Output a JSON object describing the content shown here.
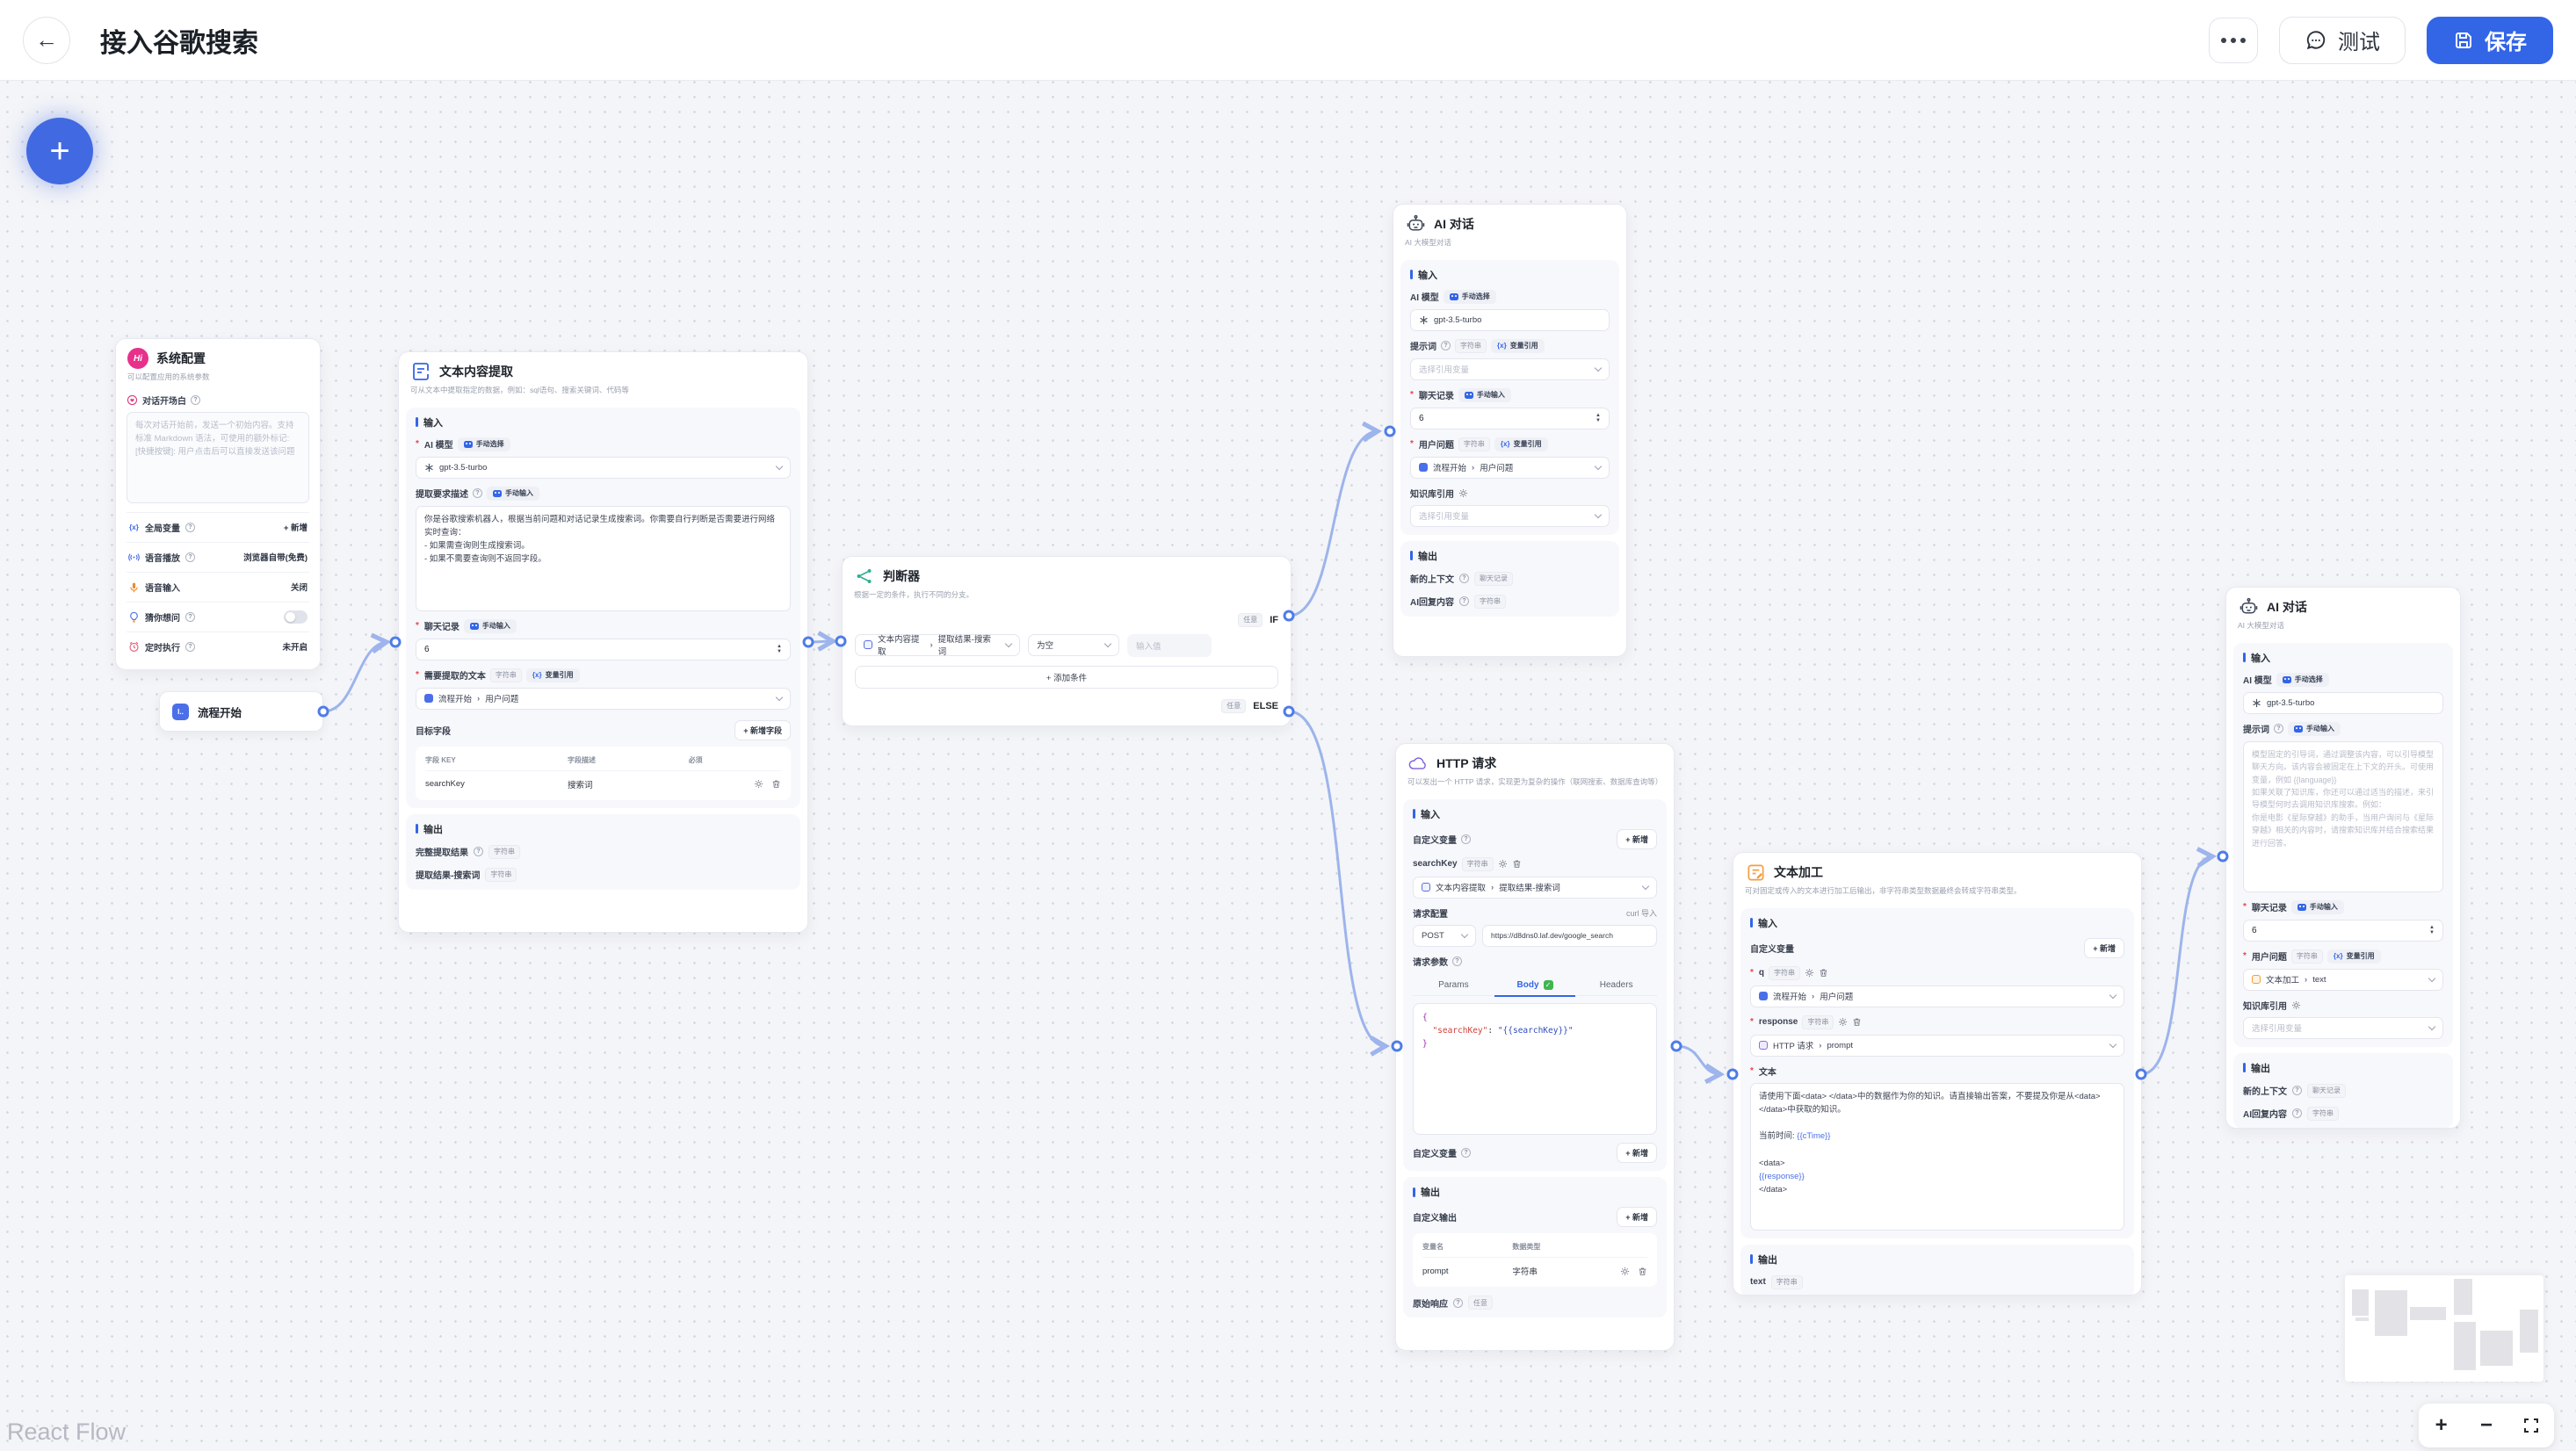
{
  "topbar": {
    "title": "接入谷歌搜索",
    "test": "测试",
    "save": "保存"
  },
  "attribution": "React Flow",
  "colors": {
    "accent": "#3365e7",
    "edge": "#9db4ec",
    "save_button": "#3365e7"
  },
  "ui": {
    "input_section": "输入",
    "output_section": "输出",
    "sep": "›",
    "required": "*",
    "question_mark": "?",
    "check": "✓",
    "up": "▲",
    "down": "▼",
    "add": "+ 新增",
    "add_field": "+ 新增字段",
    "add_condition": "+ 添加条件",
    "badge_string": "字符串",
    "badge_any": "任意",
    "badge_chat_history": "聊天记录",
    "badge_manual_select": "手动选择",
    "badge_manual_input": "手动输入",
    "badge_var_ref": "变量引用",
    "var_ref_icon": "{x}",
    "select_var_placeholder": "选择引用变量"
  },
  "nodes": {
    "system_config": {
      "title": "系统配置",
      "subtitle": "可以配置应用的系统参数",
      "welcome_label": "对话开场白",
      "welcome_placeholder": "每次对话开始前，发送一个初始内容。支持标准 Markdown 语法，可使用的额外标记:\n[快捷按键]: 用户点击后可以直接发送该问题",
      "rows": [
        {
          "label": "全局变量",
          "value": "+ 新增"
        },
        {
          "label": "语音播放",
          "value": "浏览器自带(免费)"
        },
        {
          "label": "语音输入",
          "value": "关闭"
        },
        {
          "label": "猜你想问",
          "value": ""
        },
        {
          "label": "定时执行",
          "value": "未开启"
        }
      ]
    },
    "flow_start": {
      "title": "流程开始",
      "icon_text": "I.."
    },
    "extract": {
      "title": "文本内容提取",
      "subtitle": "可从文本中提取指定的数据，例如：sql语句、搜索关键词、代码等",
      "model_label": "AI 模型",
      "model": "gpt-3.5-turbo",
      "desc_label": "提取要求描述",
      "desc": "你是谷歌搜索机器人，根据当前问题和对话记录生成搜索词。你需要自行判断是否需要进行网络实时查询：\n- 如果需查询则生成搜索词。\n- 如果不需要查询则不返回字段。",
      "history_label": "聊天记录",
      "history_value": "6",
      "source_label": "需要提取的文本",
      "source_ref": {
        "node": "流程开始",
        "field": "用户问题"
      },
      "target_label": "目标字段",
      "table_headers": [
        "字段 KEY",
        "字段描述",
        "必须"
      ],
      "field_key": "searchKey",
      "field_desc": "搜索词",
      "out_full_label": "完整提取结果",
      "out_key_label": "提取结果-搜索词"
    },
    "judge": {
      "title": "判断器",
      "subtitle": "根据一定的条件，执行不同的分支。",
      "any": "任意",
      "if_label": "IF",
      "else_label": "ELSE",
      "cond_ref": {
        "node": "文本内容提取",
        "field": "提取结果-搜索词"
      },
      "op": "为空",
      "value_placeholder": "输入值"
    },
    "ai_chat_top": {
      "title": "AI 对话",
      "subtitle": "AI 大模型对话",
      "model_label": "AI 模型",
      "model": "gpt-3.5-turbo",
      "prompt_label": "提示词",
      "history_label": "聊天记录",
      "history_value": "6",
      "question_label": "用户问题",
      "question_ref": {
        "node": "流程开始",
        "field": "用户问题"
      },
      "kb_label": "知识库引用",
      "out_ctx_label": "新的上下文",
      "out_reply_label": "AI回复内容"
    },
    "http": {
      "title": "HTTP 请求",
      "subtitle": "可以发出一个 HTTP 请求，实现更为复杂的操作（联网搜索、数据库查询等）",
      "custom_var_label": "自定义变量",
      "var_name": "searchKey",
      "var_ref": {
        "node": "文本内容提取",
        "field": "提取结果-搜索词"
      },
      "config_label": "请求配置",
      "curl_label": "curl 导入",
      "method": "POST",
      "url": "https://d8dns0.laf.dev/google_search",
      "params_label": "请求参数",
      "tabs": [
        "Params",
        "Body",
        "Headers"
      ],
      "code_parts": {
        "open": "{\n  ",
        "key": "\"searchKey\"",
        "colon": ": ",
        "value": "\"{{searchKey}}\"",
        "close": "\n}"
      },
      "out_custom_label": "自定义输出",
      "out_table_headers": [
        "变量名",
        "数据类型"
      ],
      "out_var": "prompt",
      "out_var_type": "字符串",
      "raw_label": "原始响应"
    },
    "text_edit": {
      "title": "文本加工",
      "subtitle": "可对固定或传入的文本进行加工后输出，非字符串类型数据最终会转成字符串类型。",
      "custom_var_label": "自定义变量",
      "var_q": "q",
      "var_q_ref": {
        "node": "流程开始",
        "field": "用户问题"
      },
      "var_response": "response",
      "var_response_ref": {
        "node": "HTTP 请求",
        "field": "prompt"
      },
      "text_label": "文本",
      "text_parts": [
        "请使用下面<data> </data>中的数据作为你的知识。请直接输出答案，不要提及你是从<data> </data>中获取的知识。\n\n当前时间: ",
        "{{cTime}}",
        "\n\n<data>\n",
        "{{response}}",
        "\n</data>"
      ],
      "out_text": "text"
    },
    "ai_chat_right": {
      "title": "AI 对话",
      "subtitle": "AI 大模型对话",
      "model_label": "AI 模型",
      "model": "gpt-3.5-turbo",
      "prompt_label": "提示词",
      "prompt_placeholder": "模型固定的引导词，通过调整该内容，可以引导模型聊天方向。该内容会被固定在上下文的开头。可使用变量，例如 {{language}}\n如果关联了知识库，你还可以通过适当的描述，来引导模型何时去调用知识库搜索。例如：\n你是电影《星际穿越》的助手，当用户询问与《星际穿越》相关的内容时，请搜索知识库并结合搜索结果进行回答。",
      "history_label": "聊天记录",
      "history_value": "6",
      "question_label": "用户问题",
      "question_ref": {
        "node": "文本加工",
        "field": "text"
      },
      "kb_label": "知识库引用",
      "out_ctx_label": "新的上下文",
      "out_reply_label": "AI回复内容"
    }
  }
}
